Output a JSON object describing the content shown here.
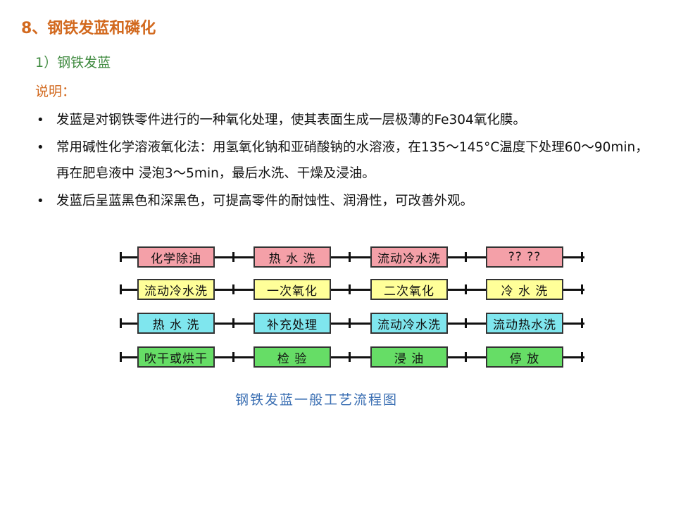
{
  "heading": "8、钢铁发蓝和磷化",
  "subheading": "1）钢铁发蓝",
  "note_label": "说明：",
  "bullets": [
    "发蓝是对钢铁零件进行的一种氧化处理，使其表面生成一层极薄的Fe304氧化膜。",
    "常用碱性化学溶液氧化法：用氢氧化钠和亚硝酸钠的水溶液，在135～145°C温度下处理60～90min，再在肥皂液中 浸泡3～5min，最后水洗、干燥及浸油。",
    "发蓝后呈蓝黑色和深黑色，可提高零件的耐蚀性、润滑性，可改善外观。"
  ],
  "bullet_symbol": "•",
  "flow": {
    "rows": [
      [
        {
          "label": "化学除油",
          "color": "#f4a0a8"
        },
        {
          "label": "热  水  洗",
          "color": "#f4a0a8"
        },
        {
          "label": "流动冷水洗",
          "color": "#f4a0a8"
        },
        {
          "label": "??  ??",
          "color": "#f4a0a8"
        }
      ],
      [
        {
          "label": "流动冷水洗",
          "color": "#ffff99"
        },
        {
          "label": "一次氧化",
          "color": "#ffff99"
        },
        {
          "label": "二次氧化",
          "color": "#ffff99"
        },
        {
          "label": "冷  水  洗",
          "color": "#ffff99"
        }
      ],
      [
        {
          "label": "热  水  洗",
          "color": "#7fe6ee"
        },
        {
          "label": "补充处理",
          "color": "#7fe6ee"
        },
        {
          "label": "流动冷水洗",
          "color": "#7fe6ee"
        },
        {
          "label": "流动热水洗",
          "color": "#7fe6ee"
        }
      ],
      [
        {
          "label": "吹干或烘干",
          "color": "#66dd66"
        },
        {
          "label": "检  验",
          "color": "#66dd66"
        },
        {
          "label": "浸  油",
          "color": "#66dd66"
        },
        {
          "label": "停  放",
          "color": "#66dd66"
        }
      ]
    ],
    "caption": "钢铁发蓝一般工艺流程图"
  }
}
